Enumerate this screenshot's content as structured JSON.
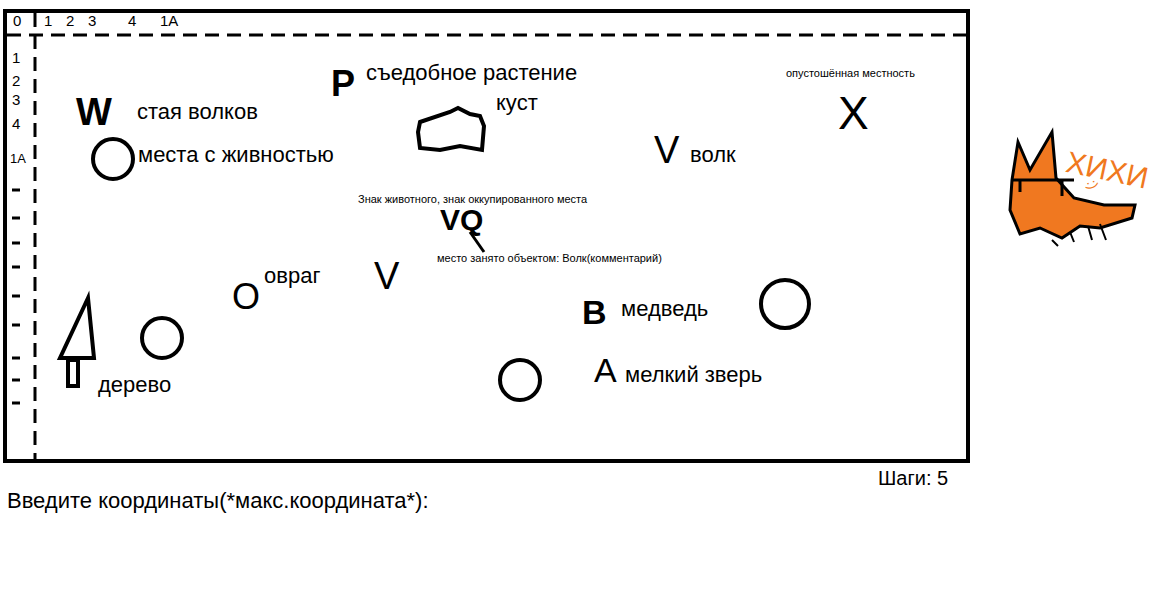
{
  "diagram": {
    "labels": [
      "0",
      "1",
      "2",
      "3",
      "4",
      "1A",
      "1",
      "2",
      "3",
      "4",
      "1A",
      "W",
      "стая волков",
      "места с живностью",
      "P",
      "съедобное растение",
      "куст",
      "опустошённая местность",
      "X",
      "V",
      "волк",
      "Знак животного, знак оккупированного места",
      "VQ",
      "место занято объектом: Волк(комментарий)",
      "O",
      "овраг",
      "V",
      "B",
      "медведь",
      "A",
      "мелкий зверь",
      "дерево",
      "Шаги: 5",
      "Введите координаты(*макс.координата*):",
      "ХИХИ",
      ":)"
    ]
  }
}
